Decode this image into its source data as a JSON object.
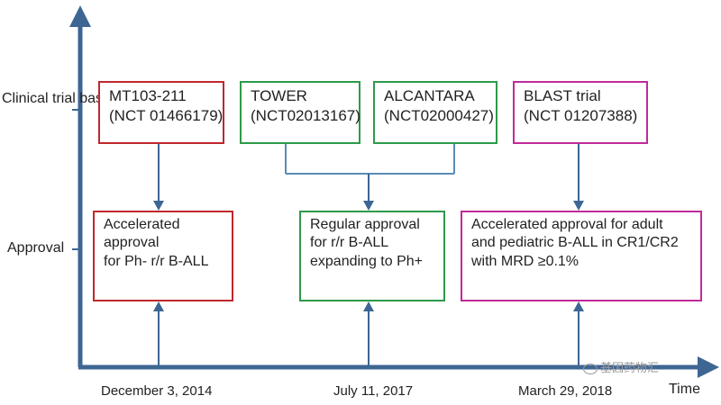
{
  "y_labels": {
    "clinical": [
      "Clinical",
      "trial basis"
    ],
    "approval": "Approval"
  },
  "trials": [
    {
      "lines": [
        "MT103-211",
        "(NCT 01466179)"
      ],
      "color": "#c0282d"
    },
    {
      "lines": [
        "TOWER",
        "(NCT02013167)"
      ],
      "color": "#2e9a4a"
    },
    {
      "lines": [
        "ALCANTARA",
        "(NCT02000427)"
      ],
      "color": "#2e9a4a"
    },
    {
      "lines": [
        "BLAST trial",
        "(NCT 01207388)"
      ],
      "color": "#c02a9a"
    }
  ],
  "approvals": [
    {
      "lines": [
        "Accelerated",
        "approval",
        "for Ph- r/r B-ALL"
      ],
      "color": "#c0282d"
    },
    {
      "lines": [
        "Regular approval",
        "for r/r B-ALL",
        "expanding  to Ph+"
      ],
      "color": "#2e9a4a"
    },
    {
      "lines": [
        "Accelerated approval for adult",
        "and pediatric B-ALL in CR1/CR2",
        "with MRD ≥0.1%"
      ],
      "color": "#c02a9a"
    }
  ],
  "dates": [
    "December 3, 2014",
    "July 11, 2017",
    "March 29, 2018"
  ],
  "x_axis_label": "Time",
  "watermark": "基因药物汇",
  "colors": {
    "axis": "#3d6693",
    "arrow": "#3d6693",
    "connector": "#5b8bb6",
    "red": "#c0282d",
    "green": "#2e9a4a",
    "magenta": "#c02a9a"
  }
}
